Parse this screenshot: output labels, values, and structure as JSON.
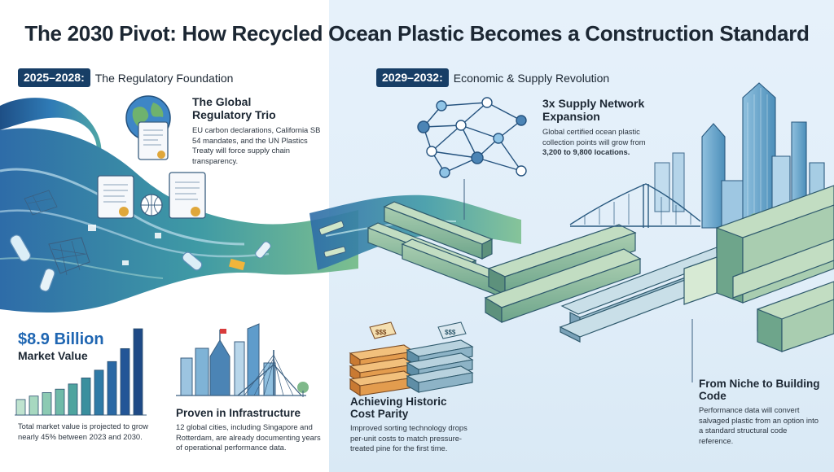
{
  "title": "The 2030 Pivot: How Recycled Ocean Plastic Becomes a Construction Standard",
  "phases": [
    {
      "range": "2025–2028:",
      "label": "The Regulatory Foundation"
    },
    {
      "range": "2029–2032:",
      "label": "Economic & Supply Revolution"
    }
  ],
  "regulatory": {
    "heading": "The Global Regulatory Trio",
    "body": "EU carbon declarations, California SB 54 mandates, and the UN Plastics Treaty will force supply chain transparency."
  },
  "supply": {
    "heading": "3x Supply Network Expansion",
    "body": "Global certified ocean plastic collection points will grow from",
    "highlight": "3,200 to 9,800 locations."
  },
  "market": {
    "value": "$8.9 Billion",
    "label": "Market Value",
    "body": "Total market value is projected to grow nearly 45% between 2023 and 2030.",
    "bar_heights": [
      0.18,
      0.22,
      0.26,
      0.3,
      0.36,
      0.43,
      0.52,
      0.62,
      0.77,
      1.0
    ]
  },
  "infrastructure": {
    "heading": "Proven in Infrastructure",
    "body": "12 global cities, including Singapore and Rotterdam, are already documenting years of operational performance data."
  },
  "cost": {
    "heading": "Achieving Historic Cost Parity",
    "body": "Improved sorting technology drops per-unit costs to match pressure-treated pine for the first time.",
    "tag_left": "$$$",
    "tag_right": "$$$"
  },
  "code": {
    "heading": "From Niche to Building Code",
    "body": "Performance data will convert salvaged plastic from an option into a standard structural code reference."
  },
  "colors": {
    "navy": "#173e66",
    "ocean_blue": "#2f6fae",
    "teal": "#3f9c9a",
    "green": "#7fb98a",
    "accent_text": "#1f66b2"
  }
}
